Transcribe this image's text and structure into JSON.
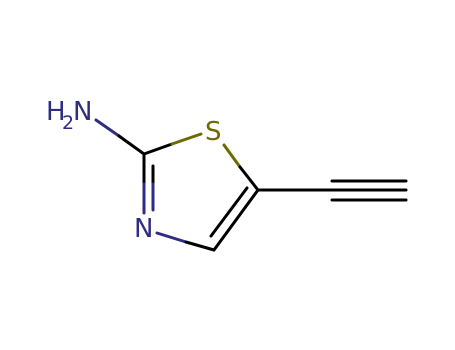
{
  "molecule": {
    "atoms": {
      "amine": {
        "element": "N",
        "label": "H",
        "subscript": "2",
        "suffix": "N",
        "color": "#2e2d82"
      },
      "sulfur": {
        "element": "S",
        "label": "S",
        "color": "#6b6b00"
      },
      "ring_nitrogen": {
        "element": "N",
        "label": "N",
        "color": "#2e2d82"
      },
      "c2": {
        "element": "C"
      },
      "c4": {
        "element": "C"
      },
      "c5": {
        "element": "C"
      },
      "alkyne_c1": {
        "element": "C"
      },
      "alkyne_c2": {
        "element": "C"
      }
    },
    "bonds": [
      {
        "from": "amine",
        "to": "c2",
        "order": 1
      },
      {
        "from": "c2",
        "to": "sulfur",
        "order": 1
      },
      {
        "from": "sulfur",
        "to": "c5",
        "order": 1
      },
      {
        "from": "c2",
        "to": "ring_nitrogen",
        "order": 2
      },
      {
        "from": "ring_nitrogen",
        "to": "c4",
        "order": 1
      },
      {
        "from": "c4",
        "to": "c5",
        "order": 2
      },
      {
        "from": "c5",
        "to": "alkyne_c1",
        "order": 1
      },
      {
        "from": "alkyne_c1",
        "to": "alkyne_c2",
        "order": 3
      }
    ],
    "colors": {
      "carbon": "#000000",
      "nitrogen": "#2e2d82",
      "sulfur": "#6b6b00"
    }
  }
}
